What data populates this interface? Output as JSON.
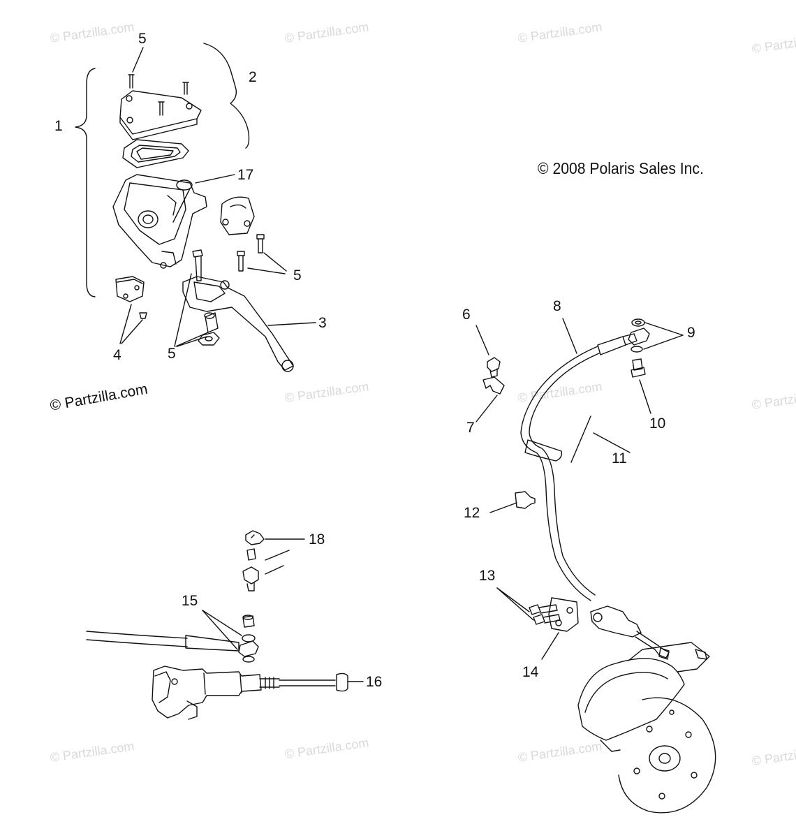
{
  "copyright": "© 2008 Polaris Sales Inc.",
  "watermark": "© Partzilla.com",
  "callouts": {
    "c1": "1",
    "c2": "2",
    "c3": "3",
    "c4": "4",
    "c5a": "5",
    "c5b": "5",
    "c5c": "5",
    "c6": "6",
    "c7": "7",
    "c8": "8",
    "c9": "9",
    "c10": "10",
    "c11": "11",
    "c12": "12",
    "c13": "13",
    "c14": "14",
    "c15": "15",
    "c16": "16",
    "c17": "17",
    "c18": "18"
  }
}
